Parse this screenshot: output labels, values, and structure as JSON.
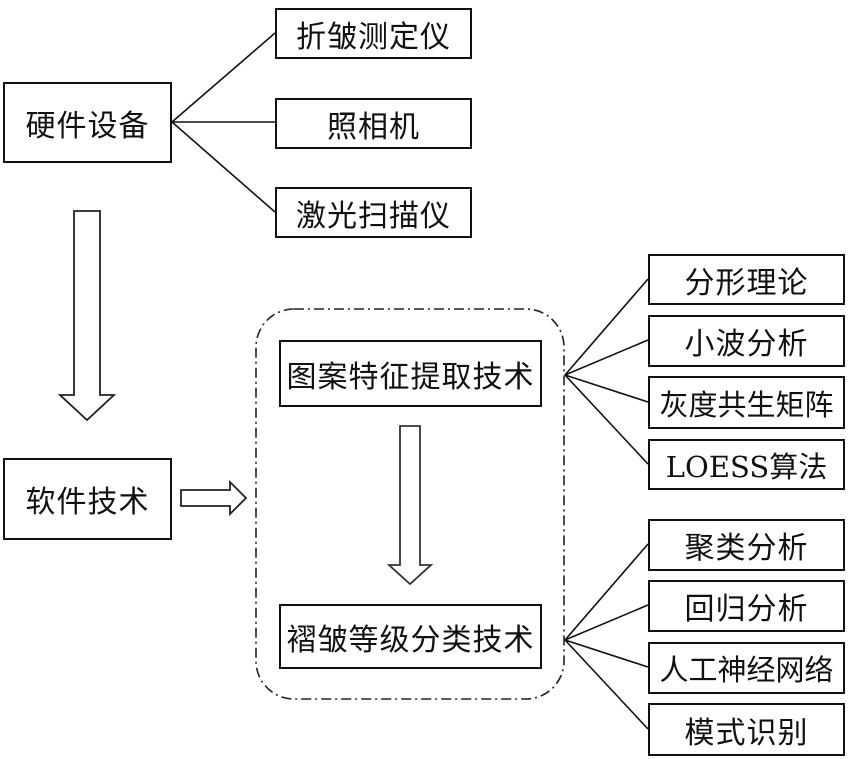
{
  "hardware": {
    "label": "硬件设备",
    "children": [
      "折皱测定仪",
      "照相机",
      "激光扫描仪"
    ]
  },
  "software": {
    "label": "软件技术"
  },
  "feature_extraction": {
    "label": "图案特征提取技术",
    "methods": [
      "分形理论",
      "小波分析",
      "灰度共生矩阵",
      "LOESS算法"
    ]
  },
  "grade_classification": {
    "label": "褶皱等级分类技术",
    "methods": [
      "聚类分析",
      "回归分析",
      "人工神经网络",
      "模式识别"
    ]
  }
}
